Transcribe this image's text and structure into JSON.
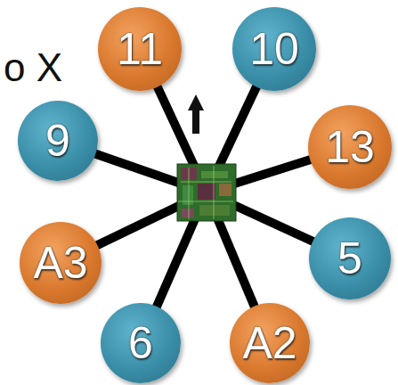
{
  "diagram": {
    "nodes": [
      {
        "text": [
          "11"
        ]
      },
      {
        "text": [
          "10"
        ]
      },
      {
        "text": [
          "9"
        ]
      },
      {
        "text": [
          "13"
        ]
      },
      {
        "text": [
          "A3"
        ]
      },
      {
        "text": [
          "5"
        ]
      },
      {
        "text": [
          "6"
        ]
      },
      {
        "text": [
          "A2"
        ]
      }
    ],
    "labels": [
      "o X"
    ]
  }
}
